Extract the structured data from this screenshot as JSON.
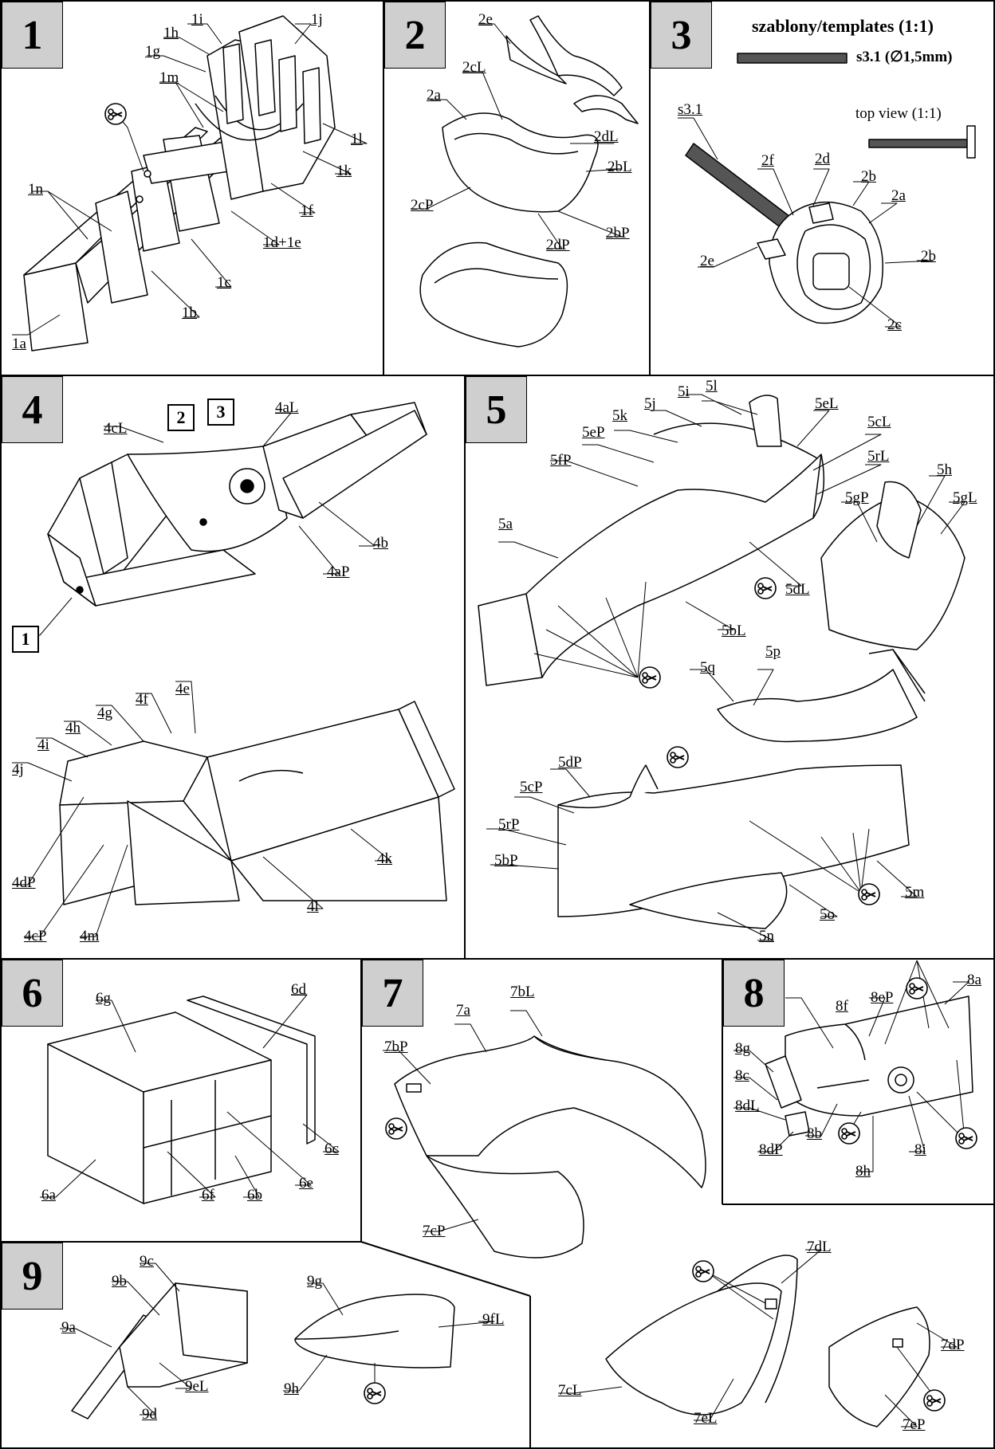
{
  "steps": [
    "1",
    "2",
    "3",
    "4",
    "5",
    "6",
    "7",
    "8",
    "9"
  ],
  "templates": {
    "header": "szablony/templates (1:1)",
    "rod_label": "s3.1 (∅1,5mm)",
    "top_view": "top view (1:1)"
  },
  "cut_icon": "scissors-icon",
  "step1": [
    "1i",
    "1j",
    "1h",
    "1g",
    "1m",
    "1l",
    "1k",
    "1f",
    "1n",
    "1d+1e",
    "1c",
    "1b",
    "1a"
  ],
  "step2": [
    "2e",
    "2cL",
    "2a",
    "2dL",
    "2bL",
    "2cP",
    "2bP",
    "2dP"
  ],
  "step3": [
    "s3.1",
    "2f",
    "2d",
    "2b",
    "2a",
    "2e",
    "2b",
    "2c"
  ],
  "step4": {
    "boxes": [
      "2",
      "3",
      "1"
    ],
    "labels": [
      "4cL",
      "4aL",
      "4b",
      "4aP",
      "4e",
      "4f",
      "4g",
      "4h",
      "4i",
      "4j",
      "4dP",
      "4cP",
      "4m",
      "4l",
      "4k"
    ]
  },
  "step5": [
    "5i",
    "5l",
    "5j",
    "5k",
    "5eL",
    "5eP",
    "5cL",
    "5fP",
    "5rL",
    "5a",
    "5h",
    "5gP",
    "5gL",
    "5dL",
    "5bL",
    "5q",
    "5p",
    "5dP",
    "5cP",
    "5rP",
    "5bP",
    "5m",
    "5o",
    "5n"
  ],
  "step6": [
    "6g",
    "6d",
    "6c",
    "6e",
    "6a",
    "6f",
    "6b"
  ],
  "step7": [
    "7bL",
    "7a",
    "7bP",
    "7cP",
    "7dL",
    "7dP",
    "7cL",
    "7eL",
    "7eP"
  ],
  "step8": [
    "8a",
    "8f",
    "8eP",
    "8g",
    "8c",
    "8dL",
    "8dP",
    "8b",
    "8h",
    "8i"
  ],
  "step9": [
    "9c",
    "9b",
    "9a",
    "9d",
    "9eL",
    "9g",
    "9fL",
    "9h"
  ]
}
